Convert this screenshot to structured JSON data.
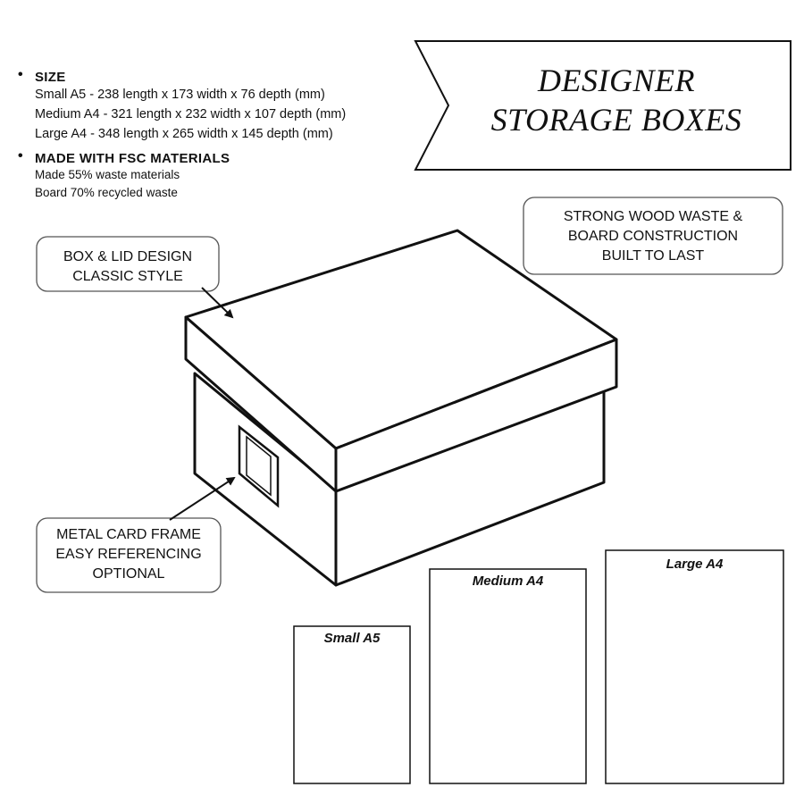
{
  "title": {
    "line1": "DESIGNER",
    "line2": "STORAGE BOXES"
  },
  "specs": {
    "size_heading": "SIZE",
    "sizes": [
      "Small A5 - 238 length x 173 width x 76 depth (mm)",
      "Medium A4 - 321 length x 232 width x 107 depth (mm)",
      "Large A4 - 348 length x 265 width x 145 depth (mm)"
    ],
    "materials_heading": "MADE WITH FSC MATERIALS",
    "materials": [
      "Made 55% waste materials",
      "Board 70% recycled waste"
    ]
  },
  "callouts": {
    "lid": [
      "BOX & LID DESIGN",
      "CLASSIC STYLE"
    ],
    "construction": [
      "STRONG WOOD WASTE &",
      "BOARD CONSTRUCTION",
      "BUILT TO LAST"
    ],
    "card_frame": [
      "METAL CARD FRAME",
      "EASY REFERENCING",
      "OPTIONAL"
    ]
  },
  "size_comparison": [
    {
      "label": "Small A5",
      "relative_height": 0.68
    },
    {
      "label": "Medium A4",
      "relative_height": 0.92
    },
    {
      "label": "Large A4",
      "relative_height": 1.0
    }
  ],
  "colors": {
    "ink": "#111111",
    "callout_border": "#555555",
    "background": "#ffffff"
  }
}
